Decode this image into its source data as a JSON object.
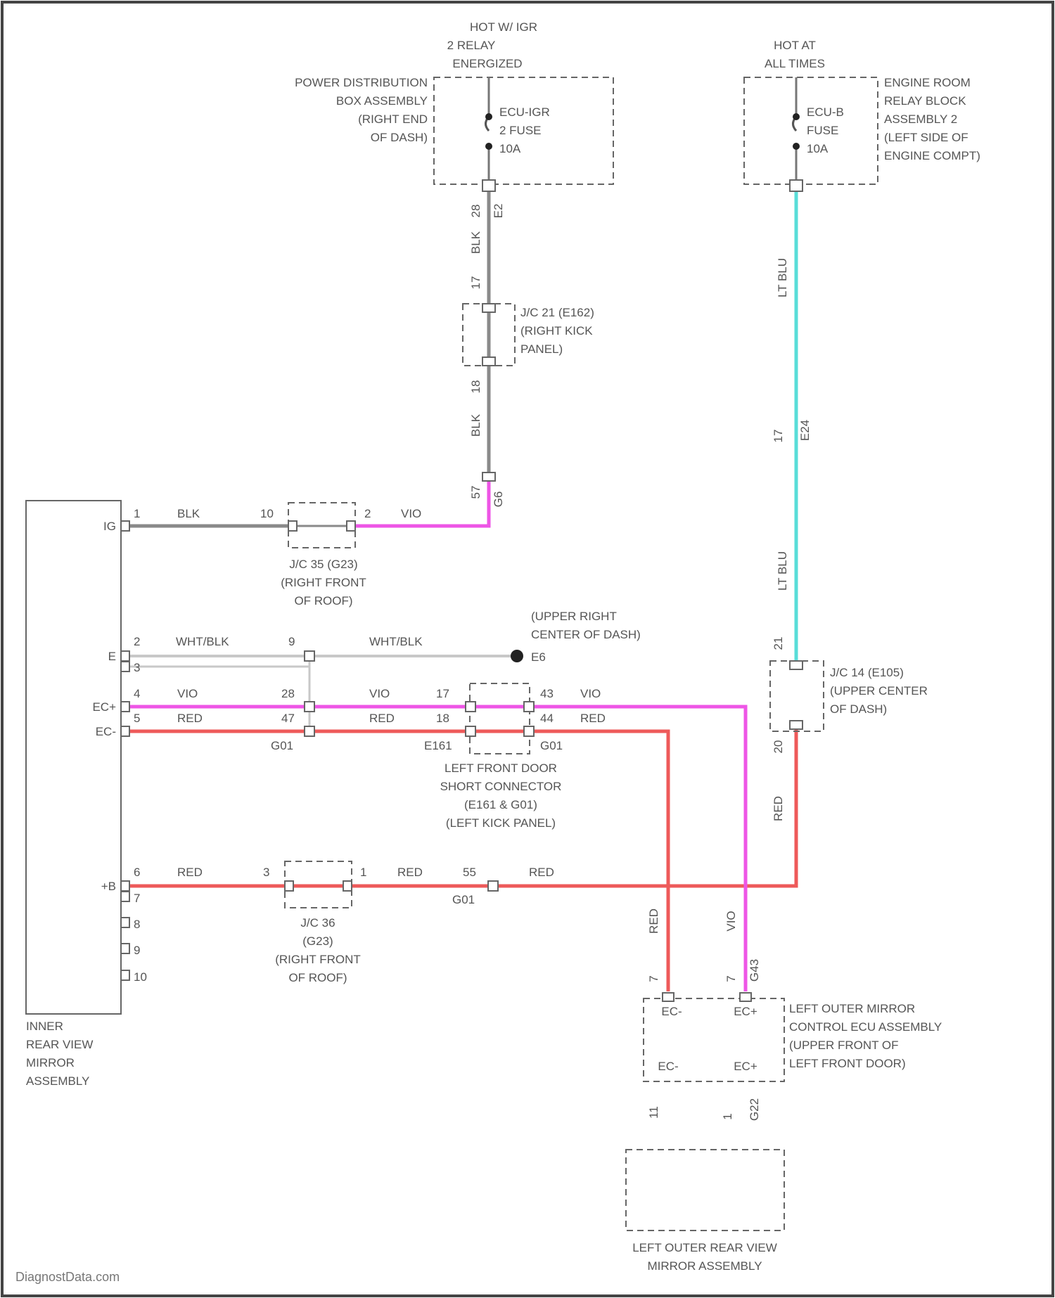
{
  "colors": {
    "BLK": "#8a8a8a",
    "VIO": "#ee55e6",
    "RED": "#ee5a5a",
    "LT_BLU": "#59ddd8",
    "WHT_BLK": "#c8c8c8"
  },
  "components": {
    "power_dist": {
      "hot_note": [
        "HOT W/ IGR",
        "2 RELAY",
        "ENERGIZED"
      ],
      "name": [
        "POWER DISTRIBUTION",
        "BOX ASSEMBLY",
        "(RIGHT END",
        "OF DASH)"
      ],
      "fuse": [
        "ECU-IGR",
        "2 FUSE",
        "10A"
      ],
      "pin": "28",
      "pin_conn": "E2"
    },
    "engine_room": {
      "hot_note": [
        "HOT AT",
        "ALL TIMES"
      ],
      "name": [
        "ENGINE ROOM",
        "RELAY BLOCK",
        "ASSEMBLY 2",
        "(LEFT SIDE OF",
        "ENGINE COMPT)"
      ],
      "fuse": [
        "ECU-B",
        "FUSE",
        "10A"
      ]
    },
    "jc21": {
      "name": [
        "J/C 21 (E162)",
        "(RIGHT KICK",
        "PANEL)"
      ],
      "pin_in": "17",
      "pin_out": "18"
    },
    "jc35": {
      "name": [
        "J/C 35 (G23)",
        "(RIGHT FRONT",
        "OF ROOF)"
      ],
      "pin_left": "10",
      "pin_right": "2"
    },
    "jc36": {
      "name": [
        "J/C 36",
        "(G23)",
        "(RIGHT FRONT",
        "OF ROOF)"
      ],
      "pin_left": "3",
      "pin_right": "1"
    },
    "jc14": {
      "name": [
        "J/C 14 (E105)",
        "(UPPER CENTER",
        "OF DASH)"
      ],
      "pin_top": "21",
      "pin_bottom": "20"
    },
    "ground": {
      "name": [
        "(UPPER RIGHT",
        "CENTER OF DASH)"
      ],
      "id": "E6"
    },
    "short_conn": {
      "name": [
        "LEFT FRONT DOOR",
        "SHORT CONNECTOR",
        "(E161 & G01)",
        "(LEFT KICK PANEL)"
      ]
    },
    "mirror_ecu": {
      "name": [
        "LEFT OUTER MIRROR",
        "CONTROL ECU ASSEMBLY",
        "(UPPER FRONT OF",
        "LEFT FRONT DOOR)"
      ],
      "pins_top": [
        "EC-",
        "EC+"
      ],
      "pins_bottom": [
        "EC-",
        "EC+"
      ],
      "pin_num_left": "7",
      "pin_num_right": "7",
      "conn_right": "G43"
    },
    "outer_mirror": {
      "name": [
        "LEFT OUTER REAR VIEW",
        "MIRROR ASSEMBLY"
      ],
      "pin_left": "11",
      "pin_mid": "1",
      "conn": "G22"
    },
    "inner_mirror": {
      "name": [
        "INNER",
        "REAR VIEW",
        "MIRROR",
        "ASSEMBLY"
      ],
      "pins": [
        {
          "num": "1",
          "label": "IG"
        },
        {
          "num": "2",
          "label": "E"
        },
        {
          "num": "3",
          "label": ""
        },
        {
          "num": "4",
          "label": "EC+"
        },
        {
          "num": "5",
          "label": "EC-"
        },
        {
          "num": "6",
          "label": "+B"
        },
        {
          "num": "7",
          "label": ""
        },
        {
          "num": "8",
          "label": ""
        },
        {
          "num": "9",
          "label": ""
        },
        {
          "num": "10",
          "label": ""
        }
      ]
    }
  },
  "wires": {
    "blk_top": "BLK",
    "blk_mid": "BLK",
    "vio_label": "VIO",
    "ltblu_upper": "LT BLU",
    "red_upper": "RED",
    "ltblu_lower": "LT BLU",
    "red_jc14": "RED",
    "red_vert": "RED",
    "vio_vert": "VIO",
    "ig_blk": "BLK",
    "e_whtblk_1": "WHT/BLK",
    "e_whtblk_2": "WHT/BLK",
    "ecp_vio_1": "VIO",
    "ecp_vio_2": "VIO",
    "ecp_vio_3": "VIO",
    "ecm_red_1": "RED",
    "ecm_red_2": "RED",
    "ecm_red_3": "RED",
    "b_red_1": "RED",
    "b_red_2": "RED",
    "b_red_3": "RED"
  },
  "pins": {
    "pd_lower_pin": "17",
    "blk_junction_top": "17",
    "blk_junction_low": "57",
    "blk_junction_conn": "G6",
    "ig_pin": "1",
    "e_pin": "2",
    "e_mid_pin": "9",
    "ecp_pin": "4",
    "ecm_pin": "5",
    "ecp_g01": "28",
    "ecm_g01": "47",
    "g01_label": "G01",
    "ecp_sc_left": "17",
    "ecm_sc_left": "18",
    "e161_label": "E161",
    "ecp_sc_right": "43",
    "ecm_sc_right": "44",
    "g01_right": "G01",
    "b_pin": "6",
    "b_g01_pin": "55",
    "g01_bottom": "G01",
    "ltblu_pin": "17",
    "ltblu_conn": "E24"
  },
  "watermark": "DiagnostData.com"
}
